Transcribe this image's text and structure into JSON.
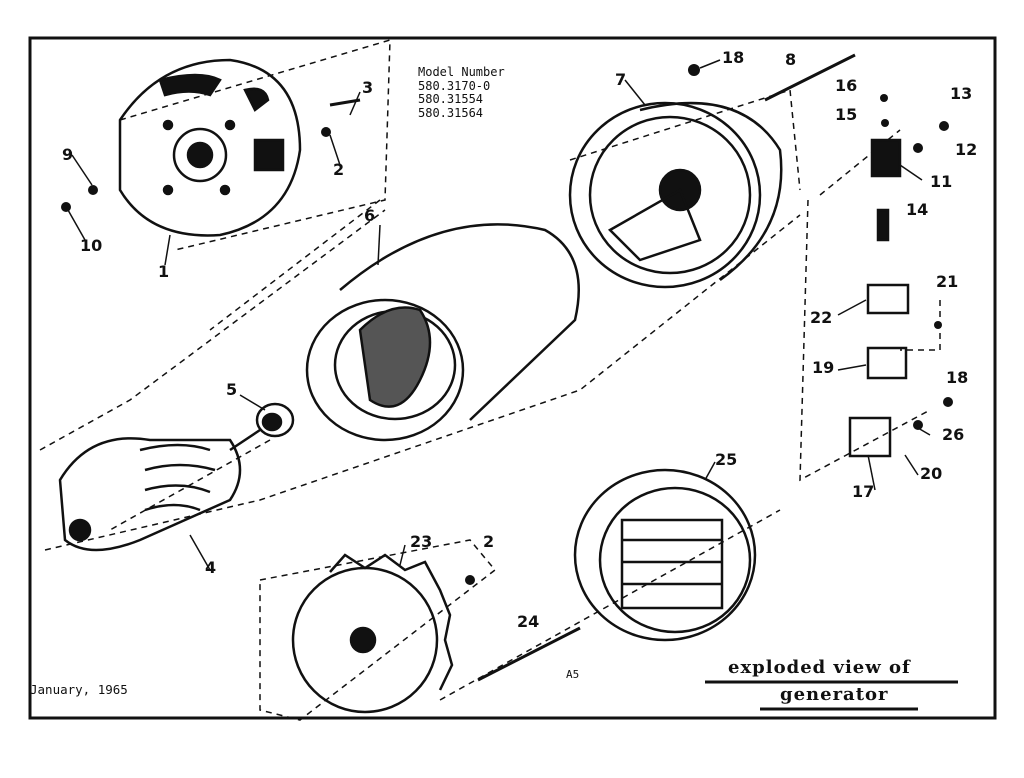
{
  "model": {
    "heading": "Model Number",
    "numbers": [
      "580.3170-0",
      "580.31554",
      "580.31564"
    ]
  },
  "date": "January, 1965",
  "page_code": "A5",
  "caption": {
    "line1": "exploded view of",
    "line2": "generator"
  },
  "parts": {
    "p1": "1",
    "p2a": "2",
    "p2b": "2",
    "p3": "3",
    "p4": "4",
    "p5": "5",
    "p6": "6",
    "p7": "7",
    "p8": "8",
    "p9": "9",
    "p10": "10",
    "p11": "11",
    "p12": "12",
    "p13": "13",
    "p14": "14",
    "p15": "15",
    "p16": "16",
    "p17": "17",
    "p18a": "18",
    "p18b": "18",
    "p19": "19",
    "p20": "20",
    "p21": "21",
    "p22": "22",
    "p23": "23",
    "p24": "24",
    "p25": "25",
    "p26": "26"
  }
}
